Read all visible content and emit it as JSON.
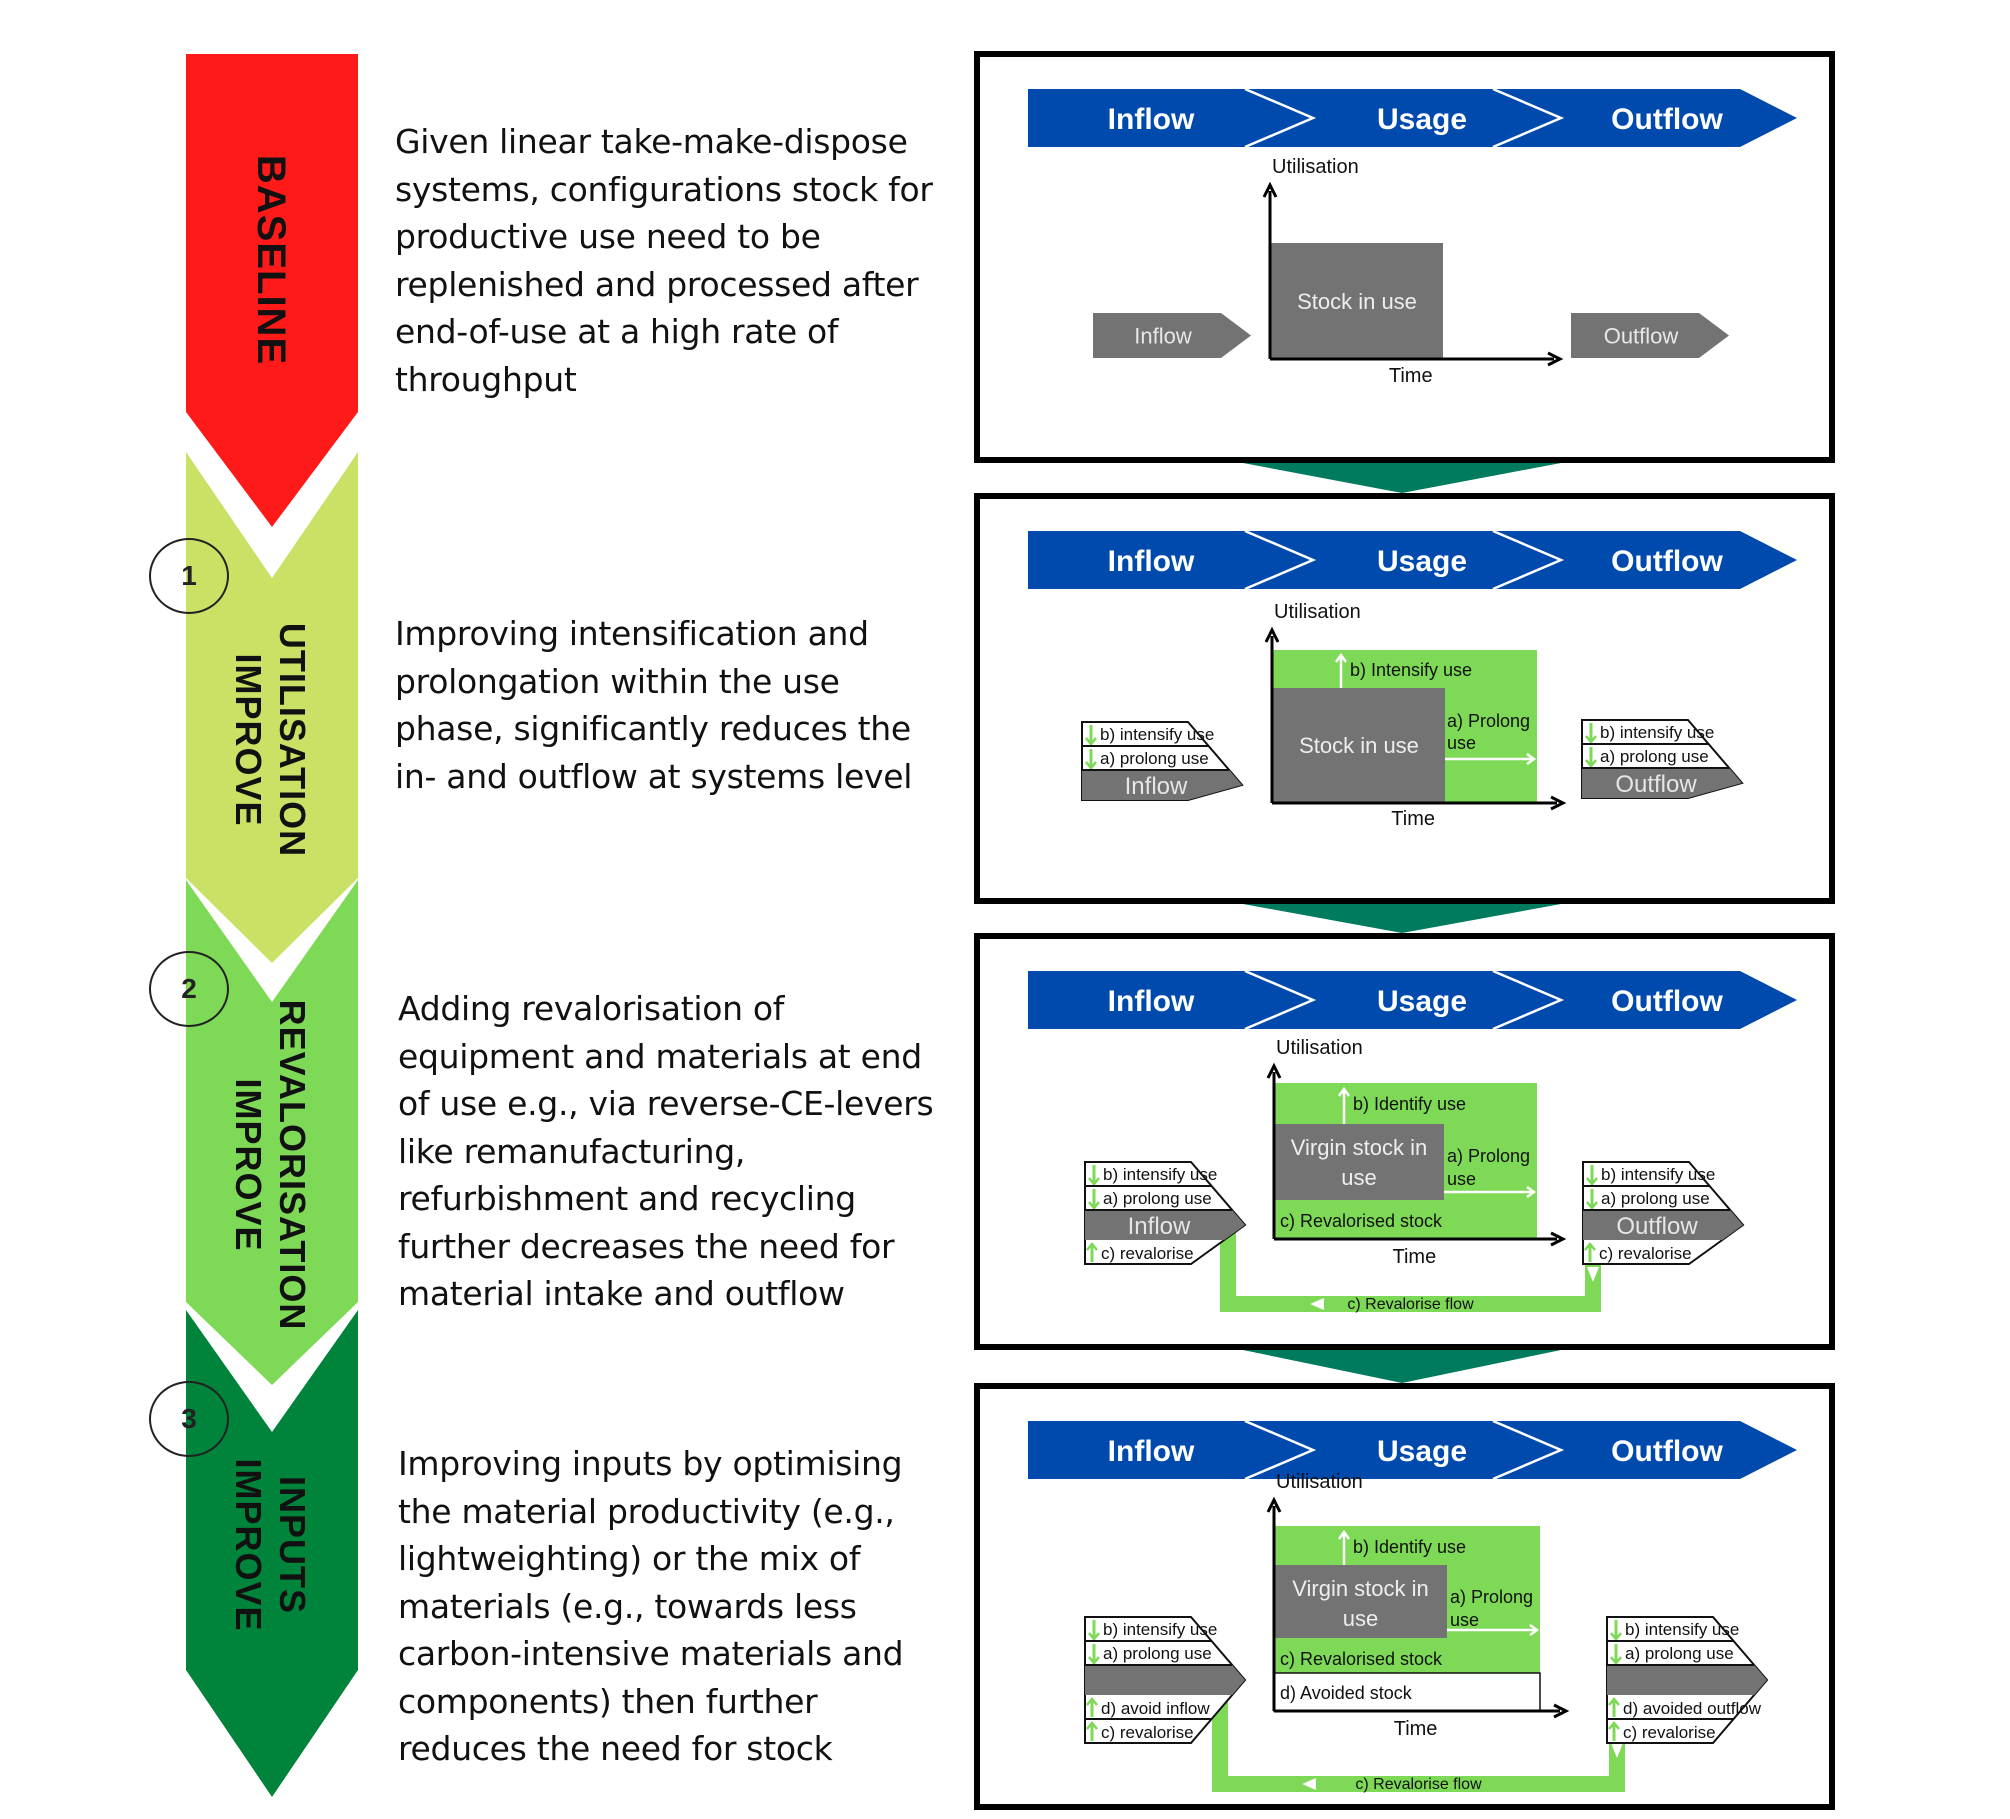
{
  "colors": {
    "baseline": "#ff1a1a",
    "stage1": "#c9e265",
    "stage2": "#7ed957",
    "stage3": "#00833a",
    "band": "#004aad",
    "connector": "#007b5e",
    "stock_grey": "#737373",
    "lever_green": "#7ed957",
    "panel_border": "#000000"
  },
  "stages": [
    {
      "id": "baseline",
      "label_lines": [
        "BASELINE"
      ],
      "number": "",
      "description": "Given linear take-make-dispose\nsystems, configurations stock for\nproductive use need to be\nreplenished and processed after\nend-of-use at a high rate of\nthroughput"
    },
    {
      "id": "improve-utilisation",
      "label_lines": [
        "IMPROVE",
        "UTILISATION"
      ],
      "number": "1",
      "description": "Improving intensification and\nprolongation within the use\nphase, significantly reduces the\nin- and outflow at systems level"
    },
    {
      "id": "improve-revalorisation",
      "label_lines": [
        "IMPROVE",
        "REVALORISATION"
      ],
      "number": "2",
      "description": "Adding revalorisation of\nequipment and materials at end\nof use e.g., via reverse-CE-levers\nlike remanufacturing,\nrefurbishment and recycling\nfurther decreases the need for\nmaterial intake and outflow"
    },
    {
      "id": "improve-inputs",
      "label_lines": [
        "IMPROVE",
        "INPUTS"
      ],
      "number": "3",
      "description": "Improving inputs by optimising\nthe material productivity (e.g.,\nlightweighting) or the mix of\nmaterials (e.g., towards less\ncarbon-intensive materials and\ncomponents) then further\nreduces the need for stock"
    }
  ],
  "band_labels": [
    "Inflow",
    "Usage",
    "Outflow"
  ],
  "axis": {
    "y_label": "Utilisation",
    "x_label": "Time"
  },
  "panels": [
    {
      "stock_label": "Stock in use",
      "inflow_label": "Inflow",
      "outflow_label": "Outflow"
    },
    {
      "stock_label": "Stock in use",
      "intensify_label": "b) Intensify use",
      "prolong_label": "a) Prolong use",
      "inflow_label": "Inflow",
      "outflow_label": "Outflow",
      "inflow_levers": [
        "b) intensify use",
        "a) prolong use"
      ],
      "outflow_levers": [
        "b) intensify use",
        "a) prolong use"
      ]
    },
    {
      "stock_label": "Virgin stock in use",
      "intensify_label": "b) Identify use",
      "prolong_label": "a) Prolong use",
      "revalorised_label": "c) Revalorised stock",
      "inflow_label": "Inflow",
      "outflow_label": "Outflow",
      "inflow_levers": [
        "b) intensify use",
        "a) prolong use"
      ],
      "inflow_below": [
        "c) revalorise"
      ],
      "outflow_levers": [
        "b) intensify use",
        "a) prolong use"
      ],
      "outflow_below": [
        "c) revalorise"
      ],
      "loop_label": "c) Revalorise flow"
    },
    {
      "stock_label": "Virgin stock in use",
      "intensify_label": "b) Identify use",
      "prolong_label": "a) Prolong use",
      "revalorised_label": "c) Revalorised stock",
      "avoided_label": "d) Avoided stock",
      "inflow_label": "",
      "outflow_label": "",
      "inflow_levers": [
        "b) intensify use",
        "a) prolong use"
      ],
      "inflow_below": [
        "d) avoid inflow",
        "c) revalorise"
      ],
      "outflow_levers": [
        "b) intensify use",
        "a) prolong use"
      ],
      "outflow_below": [
        "d) avoided outflow",
        "c) revalorise"
      ],
      "loop_label": "c) Revalorise flow"
    }
  ]
}
